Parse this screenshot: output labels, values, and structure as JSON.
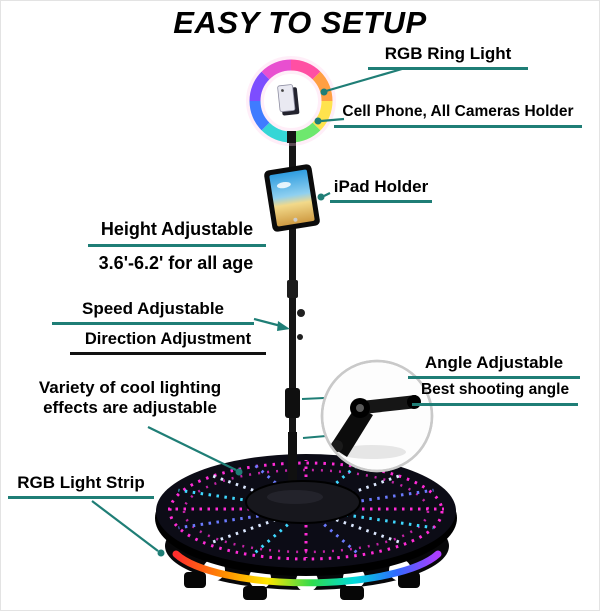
{
  "title": "EASY TO SETUP",
  "callouts": {
    "ring_light": "RGB Ring Light",
    "phone_holder": "Cell Phone, All Cameras Holder",
    "ipad_holder": "iPad Holder",
    "height_label": "Height Adjustable",
    "height_range": "3.6'-6.2' for all age",
    "speed_label": "Speed Adjustable",
    "direction_label": "Direction Adjustment",
    "angle_label": "Angle Adjustable",
    "angle_note": "Best shooting angle",
    "lighting_line1": "Variety of cool lighting",
    "lighting_line2": "effects are adjustable",
    "light_strip": "RGB Light Strip"
  },
  "colors": {
    "accent_line": "#1f7e76",
    "underline_dark": "#111111",
    "text": "#000000",
    "led_magenta": "#ff2bd6",
    "led_cyan": "#3fd8ff",
    "led_blue": "#6b7bff",
    "rgb_strip": [
      "#ff2d2d",
      "#ff8a00",
      "#ffe600",
      "#2edb4e",
      "#00d9d9",
      "#2e6bff",
      "#b03cff"
    ]
  }
}
